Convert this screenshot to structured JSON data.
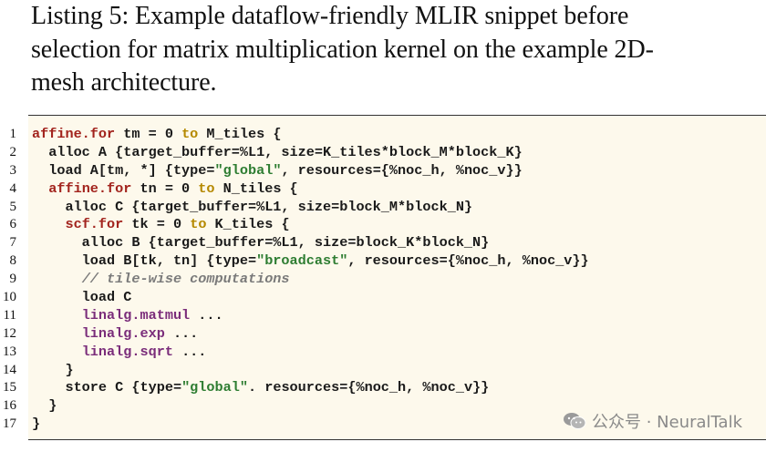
{
  "caption": {
    "lines": [
      "Listing 5: Example dataflow-friendly MLIR snippet before",
      "selection for matrix multiplication kernel on the example 2D-",
      "mesh architecture."
    ]
  },
  "listing": {
    "line_numbers": [
      "1",
      "2",
      "3",
      "4",
      "5",
      "6",
      "7",
      "8",
      "9",
      "10",
      "11",
      "12",
      "13",
      "14",
      "15",
      "16",
      "17"
    ],
    "lines": [
      [
        {
          "t": "affine.for",
          "c": "kw"
        },
        {
          "t": " tm = 0 ",
          "c": ""
        },
        {
          "t": "to",
          "c": "kw2"
        },
        {
          "t": " M_tiles {",
          "c": ""
        }
      ],
      [
        {
          "t": "  alloc A {target_buffer=%L1, size=K_tiles*block_M*block_K}",
          "c": ""
        }
      ],
      [
        {
          "t": "  load A[tm, *] {type=",
          "c": ""
        },
        {
          "t": "\"global\"",
          "c": "str"
        },
        {
          "t": ", resources={%noc_h, %noc_v}}",
          "c": ""
        }
      ],
      [
        {
          "t": "  ",
          "c": ""
        },
        {
          "t": "affine.for",
          "c": "kw"
        },
        {
          "t": " tn = 0 ",
          "c": ""
        },
        {
          "t": "to",
          "c": "kw2"
        },
        {
          "t": " N_tiles {",
          "c": ""
        }
      ],
      [
        {
          "t": "    alloc C {target_buffer=%L1, size=block_M*block_N}",
          "c": ""
        }
      ],
      [
        {
          "t": "    ",
          "c": ""
        },
        {
          "t": "scf.for",
          "c": "kw"
        },
        {
          "t": " tk = 0 ",
          "c": ""
        },
        {
          "t": "to",
          "c": "kw2"
        },
        {
          "t": " K_tiles {",
          "c": ""
        }
      ],
      [
        {
          "t": "      alloc B {target_buffer=%L1, size=block_K*block_N}",
          "c": ""
        }
      ],
      [
        {
          "t": "      load B[tk, tn] {type=",
          "c": ""
        },
        {
          "t": "\"broadcast\"",
          "c": "str"
        },
        {
          "t": ", resources={%noc_h, %noc_v}}",
          "c": ""
        }
      ],
      [
        {
          "t": "      ",
          "c": ""
        },
        {
          "t": "// tile-wise computations",
          "c": "cmt"
        }
      ],
      [
        {
          "t": "      load C",
          "c": ""
        }
      ],
      [
        {
          "t": "      ",
          "c": ""
        },
        {
          "t": "linalg.matmul",
          "c": "op"
        },
        {
          "t": " ...",
          "c": ""
        }
      ],
      [
        {
          "t": "      ",
          "c": ""
        },
        {
          "t": "linalg.exp",
          "c": "op"
        },
        {
          "t": " ...",
          "c": ""
        }
      ],
      [
        {
          "t": "      ",
          "c": ""
        },
        {
          "t": "linalg.sqrt",
          "c": "op"
        },
        {
          "t": " ...",
          "c": ""
        }
      ],
      [
        {
          "t": "    }",
          "c": ""
        }
      ],
      [
        {
          "t": "    store C {type=",
          "c": ""
        },
        {
          "t": "\"global\"",
          "c": "str"
        },
        {
          "t": ". resources={%noc_h, %noc_v}}",
          "c": ""
        }
      ],
      [
        {
          "t": "  }",
          "c": ""
        }
      ],
      [
        {
          "t": "}",
          "c": ""
        }
      ]
    ]
  },
  "watermark": {
    "text": "公众号 · NeuralTalk",
    "icon": "wechat-icon"
  },
  "colors": {
    "keyword": "#a2231d",
    "loop_to": "#b58900",
    "op": "#7a2c7a",
    "string": "#2e7d32",
    "comment": "#7a7a7a",
    "background": "#fdf9ec"
  }
}
